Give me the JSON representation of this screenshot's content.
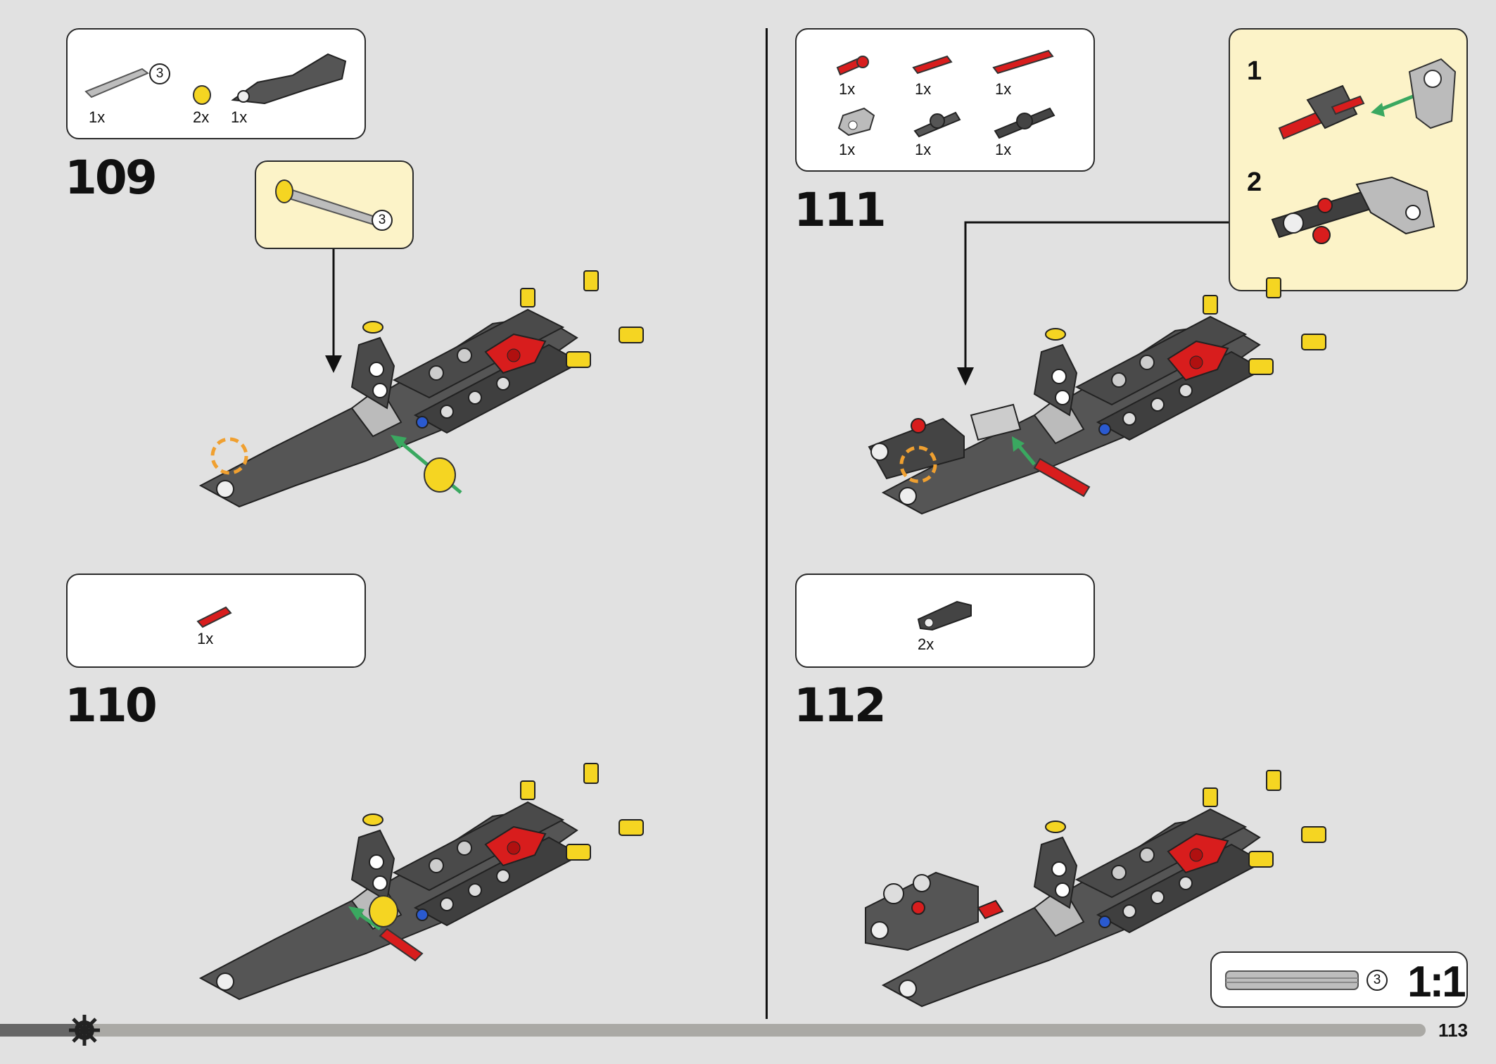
{
  "page": {
    "number": "113",
    "progress": 0.06
  },
  "steps": [
    {
      "number": "109",
      "parts": [
        {
          "name": "grey-axle",
          "qty": "1x",
          "length": "3"
        },
        {
          "name": "yellow-bush",
          "qty": "2x"
        },
        {
          "name": "dark-grey-liftarm",
          "qty": "1x"
        }
      ],
      "callout": {
        "name": "axle-with-bush",
        "length": "3"
      }
    },
    {
      "number": "110",
      "parts": [
        {
          "name": "red-pin",
          "qty": "1x"
        }
      ]
    },
    {
      "number": "111",
      "parts": [
        {
          "name": "red-ball-pin",
          "qty": "1x"
        },
        {
          "name": "red-pin",
          "qty": "1x"
        },
        {
          "name": "red-axle-pin",
          "qty": "1x"
        },
        {
          "name": "grey-cross-block",
          "qty": "1x"
        },
        {
          "name": "dark-grey-ball-joint",
          "qty": "1x"
        },
        {
          "name": "dark-grey-joint-axle",
          "qty": "1x"
        }
      ],
      "substeps": [
        {
          "number": "1"
        },
        {
          "number": "2"
        }
      ]
    },
    {
      "number": "112",
      "parts": [
        {
          "name": "dark-grey-connector",
          "qty": "2x"
        }
      ]
    }
  ],
  "scale_ref": {
    "axle_length": "3",
    "label": "1:1"
  },
  "icons": {
    "footer": "gear-icon"
  },
  "colors": {
    "background": "#e1e1e1",
    "callout_yellow": "#fcf3c8",
    "arrow_green": "#3aa860",
    "highlight_orange": "#f0a030",
    "part_red": "#d81d1d",
    "part_yellow": "#f5d522",
    "part_dark": "#4a4a4a"
  }
}
